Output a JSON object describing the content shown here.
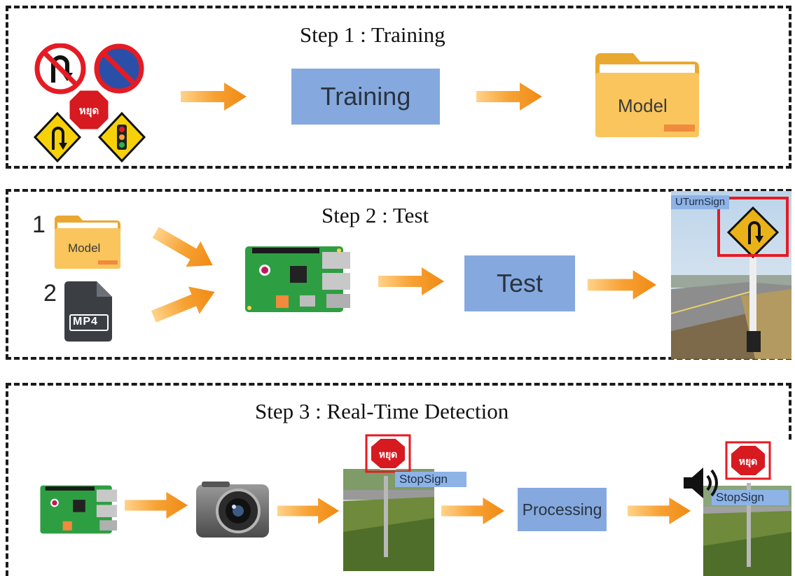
{
  "steps": [
    {
      "title": "Step 1 : Training",
      "box_label": "Training",
      "output_label": "Model"
    },
    {
      "title": "Step 2 : Test",
      "input_1_number": "1",
      "input_1_label": "Model",
      "input_2_number": "2",
      "input_2_label": "MP4",
      "box_label": "Test",
      "detection_label": "UTurnSign"
    },
    {
      "title": "Step 3 : Real-Time Detection",
      "box_label": "Processing",
      "detection_label_1": "StopSign",
      "detection_label_2": "StopSign"
    }
  ],
  "signs": {
    "stop_text": "หยุด"
  },
  "colors": {
    "arrow": "#f7931e",
    "process_box": "#85a9de",
    "folder": "#f9c55c",
    "board": "#2e9e43",
    "detect_box": "#e51b24"
  }
}
